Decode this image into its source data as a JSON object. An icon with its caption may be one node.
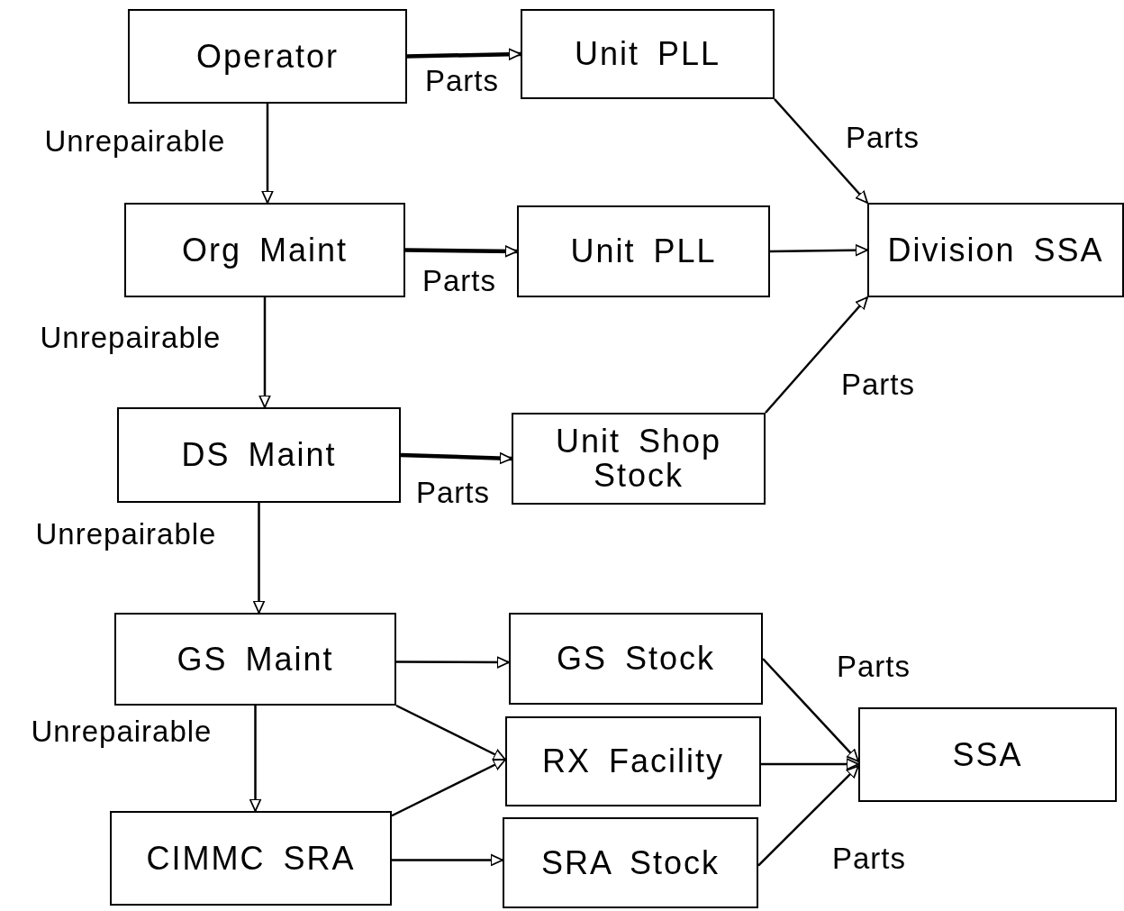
{
  "diagram": {
    "nodes": [
      {
        "text": [
          "Operator"
        ]
      },
      {
        "text": [
          "Unit PLL"
        ]
      },
      {
        "text": [
          "Org Maint"
        ]
      },
      {
        "text": [
          "Unit PLL"
        ]
      },
      {
        "text": [
          "Division SSA"
        ]
      },
      {
        "text": [
          "DS Maint"
        ]
      },
      {
        "text": [
          "Unit Shop Stock"
        ]
      },
      {
        "text": [
          "GS Maint"
        ]
      },
      {
        "text": [
          "GS Stock"
        ]
      },
      {
        "text": [
          "RX Facility"
        ]
      },
      {
        "text": [
          "SSA"
        ]
      },
      {
        "text": [
          "CIMMC SRA"
        ]
      },
      {
        "text": [
          "SRA Stock"
        ]
      }
    ],
    "edges": [
      {
        "from": 0,
        "to": 1,
        "arrow": "to",
        "label": "Parts",
        "style": "thick"
      },
      {
        "from": 0,
        "to": 2,
        "arrow": "to",
        "label": "Unrepairable"
      },
      {
        "from": 1,
        "to": 4,
        "arrow": "to",
        "label": "Parts"
      },
      {
        "from": 2,
        "to": 3,
        "arrow": "to",
        "label": "Parts",
        "style": "thick"
      },
      {
        "from": 2,
        "to": 5,
        "arrow": "to",
        "label": "Unrepairable"
      },
      {
        "from": 3,
        "to": 4,
        "arrow": "to"
      },
      {
        "from": 6,
        "to": 4,
        "arrow": "to",
        "label": "Parts"
      },
      {
        "from": 5,
        "to": 6,
        "arrow": "to",
        "label": "Parts",
        "style": "thick"
      },
      {
        "from": 5,
        "to": 7,
        "arrow": "to",
        "label": "Unrepairable"
      },
      {
        "from": 7,
        "to": 8,
        "arrow": "to"
      },
      {
        "from": 7,
        "to": 9,
        "arrow": "to"
      },
      {
        "from": 7,
        "to": 11,
        "arrow": "to",
        "label": "Unrepairable"
      },
      {
        "from": 11,
        "to": 9,
        "arrow": "to"
      },
      {
        "from": 11,
        "to": 12,
        "arrow": "to"
      },
      {
        "from": 8,
        "to": 10,
        "arrow": "to",
        "label": "Parts"
      },
      {
        "from": 9,
        "to": 10,
        "arrow": "to"
      },
      {
        "from": 12,
        "to": 10,
        "arrow": "to",
        "label": "Parts"
      }
    ]
  }
}
